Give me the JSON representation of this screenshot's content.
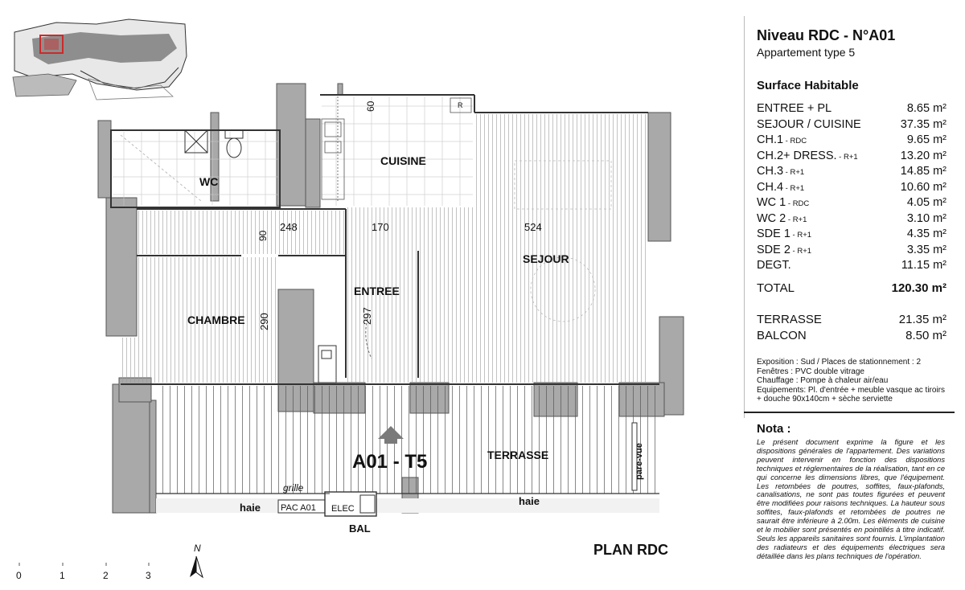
{
  "header": {
    "title": "Niveau RDC - N°A01",
    "subtitle": "Appartement type 5"
  },
  "surface": {
    "heading": "Surface Habitable",
    "rooms": [
      {
        "name": "ENTREE + PL",
        "level": "",
        "area": "8.65 m²"
      },
      {
        "name": "SEJOUR / CUISINE",
        "level": "",
        "area": "37.35 m²"
      },
      {
        "name": "CH.1",
        "level": " - RDC",
        "area": "9.65 m²"
      },
      {
        "name": "CH.2+ DRESS.",
        "level": " - R+1",
        "area": "13.20 m²"
      },
      {
        "name": "CH.3",
        "level": " - R+1",
        "area": "14.85 m²"
      },
      {
        "name": "CH.4",
        "level": " - R+1",
        "area": "10.60 m²"
      },
      {
        "name": "WC 1",
        "level": " - RDC",
        "area": "4.05 m²"
      },
      {
        "name": "WC 2",
        "level": " - R+1",
        "area": "3.10 m²"
      },
      {
        "name": "SDE 1",
        "level": " - R+1",
        "area": "4.35 m²"
      },
      {
        "name": "SDE 2",
        "level": " - R+1",
        "area": "3.35 m²"
      },
      {
        "name": "DEGT.",
        "level": "",
        "area": "11.15 m²"
      }
    ],
    "total_label": "TOTAL",
    "total_value": "120.30 m²",
    "exterior": [
      {
        "name": "TERRASSE",
        "area": "21.35 m²"
      },
      {
        "name": "BALCON",
        "area": "8.50 m²"
      }
    ]
  },
  "details": [
    "Exposition : Sud / Places de stationnement : 2",
    "Fenêtres : PVC double vitrage",
    "Chauffage : Pompe à chaleur air/eau",
    "Equipements: Pl. d'entrée + meuble vasque ac tiroirs + douche 90x140cm + sèche serviette"
  ],
  "nota": {
    "title": "Nota :",
    "text": "Le présent document exprime la figure et les dispositions générales de l'appartement. Des variations peuvent intervenir en fonction des dispositions techniques et réglementaires de la réalisation, tant en ce qui concerne les dimensions libres, que l'équipement. Les retombées de poutres, soffites, faux-plafonds, canalisations, ne sont pas toutes figurées et peuvent être modifiées pour raisons techniques. La hauteur sous soffites, faux-plafonds et retombées de poutres ne saurait être inférieure à 2.00m. Les éléments de cuisine et le mobilier sont présentés en pointillés à titre indicatif. Seuls les appareils sanitaires sont fournis. L'implantation des radiateurs et des équipements électriques sera détaillée dans les plans techniques de l'opération."
  },
  "plan": {
    "rooms": {
      "wc": "WC",
      "cuisine": "CUISINE",
      "sejour": "SEJOUR",
      "entree": "ENTREE",
      "chambre": "CHAMBRE",
      "terrasse": "TERRASSE"
    },
    "dimensions": {
      "d60": "60",
      "d90": "90",
      "d248": "248",
      "d170": "170",
      "d524": "524",
      "d290": "290",
      "d297": "297"
    },
    "unit_code": "A01 - T5",
    "labels": {
      "grille": "grille",
      "haie_left": "haie",
      "haie_right": "haie",
      "pac": "PAC A01",
      "elec": "ELEC",
      "bal": "BAL",
      "pare_vue": "pare-vue",
      "kitchen_r": "R"
    },
    "plan_title": "PLAN RDC",
    "north": "N",
    "scale_ticks": [
      "0",
      "1",
      "2",
      "3"
    ]
  },
  "colors": {
    "wall": "#a9a9a9",
    "wall_stroke": "#555555",
    "hatch": "#8a8a8a",
    "arrow": "#7a7a7a",
    "accent_red": "#cc2a2a"
  }
}
